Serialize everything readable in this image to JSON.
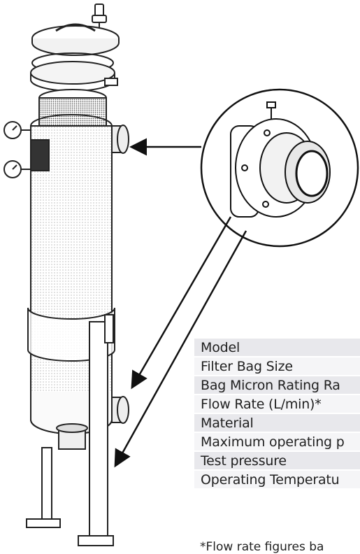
{
  "spec_table": {
    "rows": [
      "Model",
      "Filter Bag Size",
      "Bag Micron Rating Ra",
      "Flow Rate (L/min)*",
      "Material",
      "Maximum operating p",
      "Test pressure",
      "Operating Temperatu"
    ]
  },
  "footnote": "*Flow rate figures ba",
  "colors": {
    "row_shade_dark": "#e8e8ec",
    "row_shade_light": "#f5f5f7",
    "line_art": "#222222"
  }
}
